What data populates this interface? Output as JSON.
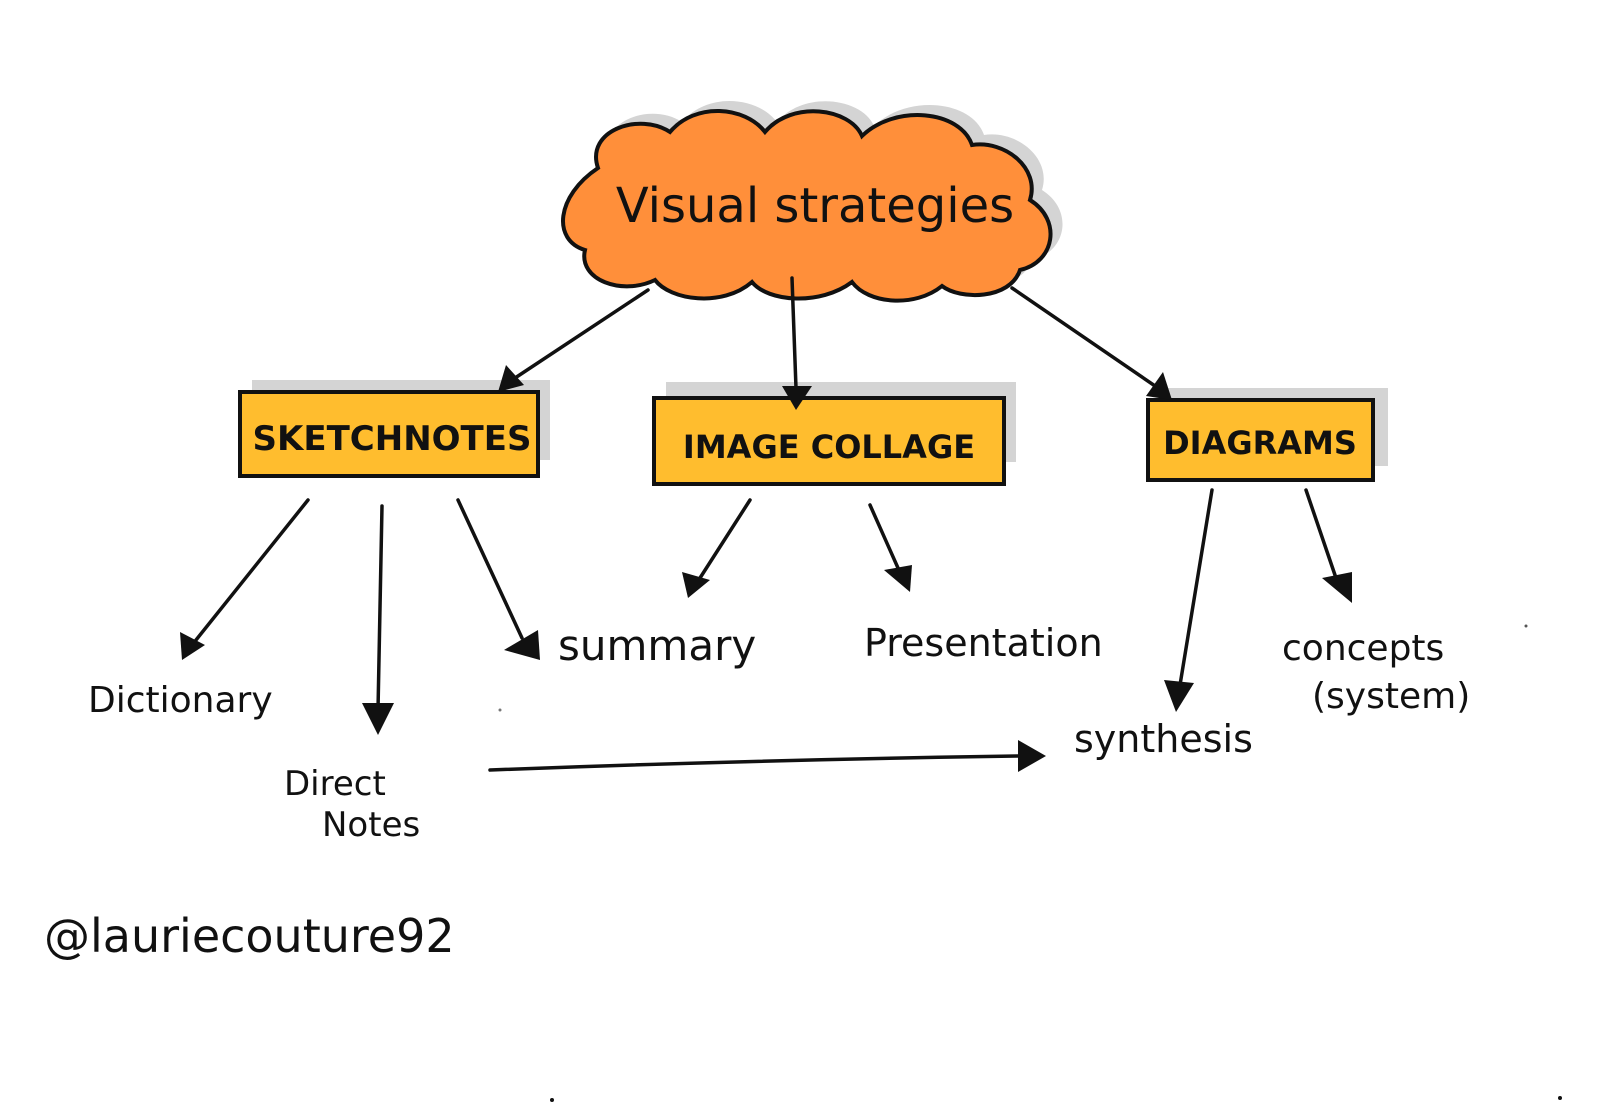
{
  "colors": {
    "root_fill": "#ff8f3a",
    "category_fill": "#ffbd2e",
    "ink": "#111111",
    "shadow": "#d4d4d4",
    "background": "#ffffff"
  },
  "root": {
    "label": "Visual strategies"
  },
  "categories": [
    {
      "id": "sketchnotes",
      "label": "SKETCHNOTES"
    },
    {
      "id": "image-collage",
      "label": "IMAGE COLLAGE"
    },
    {
      "id": "diagrams",
      "label": "DIAGRAMS"
    }
  ],
  "leaves": {
    "dictionary": "Dictionary",
    "direct_notes_line1": "Direct",
    "direct_notes_line2": "Notes",
    "summary": "summary",
    "presentation": "Presentation",
    "synthesis": "synthesis",
    "concepts_line1": "concepts",
    "concepts_line2": "(system)"
  },
  "author": "@lauriecouture92"
}
